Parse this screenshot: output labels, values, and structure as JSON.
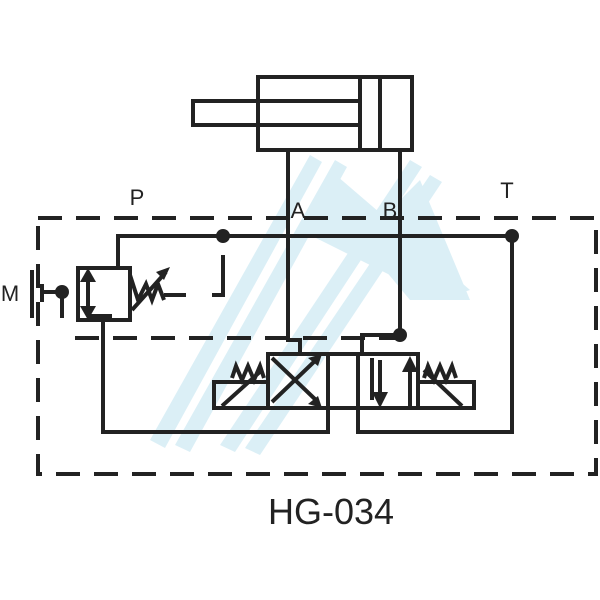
{
  "diagram": {
    "model": "HG-034",
    "ports": {
      "p": "P",
      "a": "A",
      "b": "B",
      "t": "T",
      "m": "M"
    },
    "colors": {
      "line": "#222222",
      "watermark": "#bfe3f0"
    }
  }
}
